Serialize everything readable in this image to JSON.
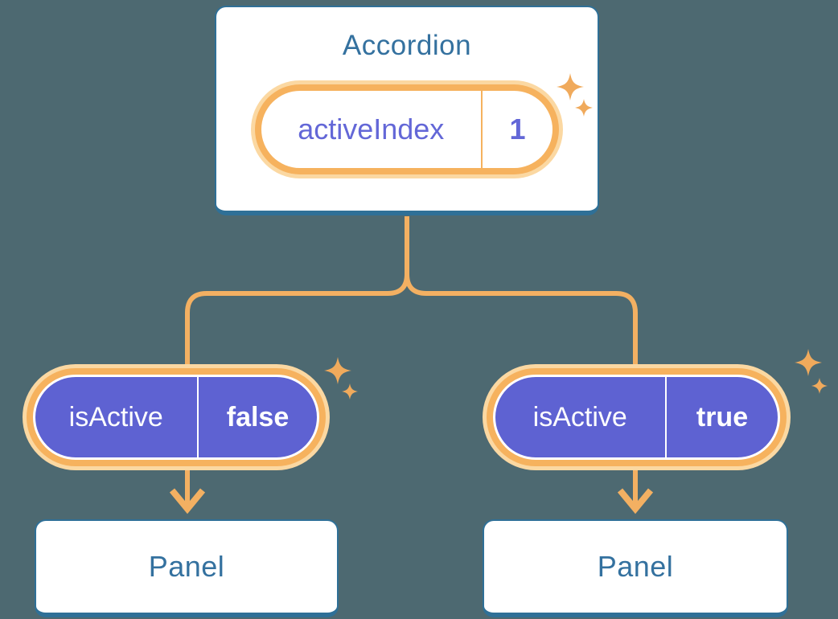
{
  "diagram": {
    "colors": {
      "bg": "#4d6971",
      "card_bg": "#ffffff",
      "border_blue": "#2f7097",
      "text_blue": "#34719f",
      "line_orange": "#f3b062",
      "ring_orange": "#f6b25e",
      "glow_orange": "#fbd8a2",
      "purple": "#5e62d2",
      "text_purple": "#6367d7",
      "sparkle_orange": "#f0aa5c",
      "text_white": "#ffffff"
    },
    "root": {
      "title": "Accordion",
      "state": {
        "name": "activeIndex",
        "value": "1"
      }
    },
    "children": [
      {
        "prop": {
          "name": "isActive",
          "value": "false"
        },
        "target": "Panel"
      },
      {
        "prop": {
          "name": "isActive",
          "value": "true"
        },
        "target": "Panel"
      }
    ]
  }
}
